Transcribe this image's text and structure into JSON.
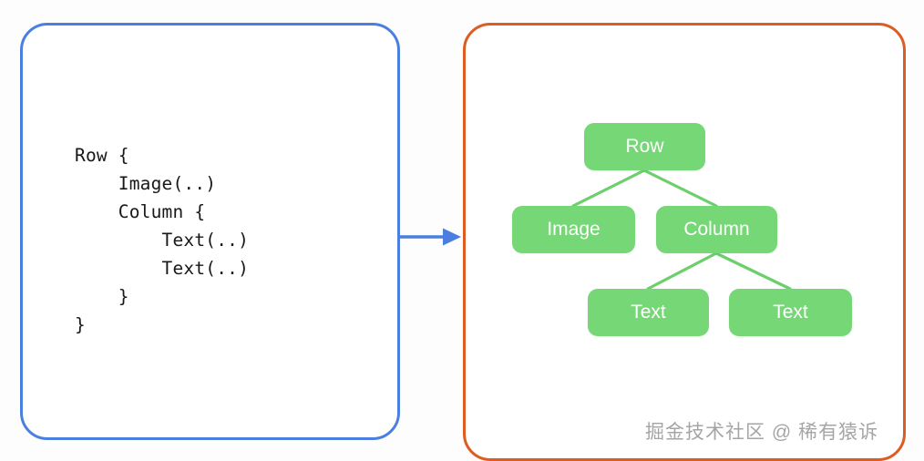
{
  "background_color": "#fdfdfd",
  "code_panel": {
    "border_color": "#4a7fe0",
    "code": "Row {\n    Image(..)\n    Column {\n        Text(..)\n        Text(..)\n    }\n}",
    "lines": [
      "Row {",
      "    Image(..)",
      "    Column {",
      "        Text(..)",
      "        Text(..)",
      "    }",
      "}"
    ]
  },
  "arrow": {
    "color": "#4a7fe0",
    "direction": "right"
  },
  "tree_panel": {
    "border_color": "#dd5c22",
    "node_fill": "#76d777",
    "node_text_color": "#ffffff",
    "edge_color": "#6ccf6c",
    "nodes": [
      {
        "id": "row",
        "label": "Row"
      },
      {
        "id": "image",
        "label": "Image"
      },
      {
        "id": "column",
        "label": "Column"
      },
      {
        "id": "text1",
        "label": "Text"
      },
      {
        "id": "text2",
        "label": "Text"
      }
    ],
    "edges": [
      {
        "from": "row",
        "to": "image"
      },
      {
        "from": "row",
        "to": "column"
      },
      {
        "from": "column",
        "to": "text1"
      },
      {
        "from": "column",
        "to": "text2"
      }
    ]
  },
  "watermark": {
    "text": "掘金技术社区 @ 稀有猿诉"
  }
}
